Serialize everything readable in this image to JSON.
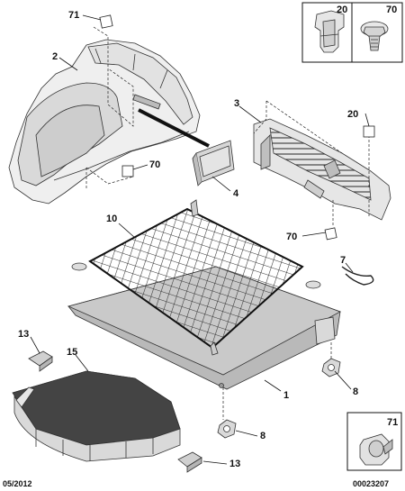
{
  "diagram": {
    "footer_left": "05/2012",
    "footer_right": "00023207",
    "callouts": {
      "c71_top": "71",
      "c2": "2",
      "c70_left": "70",
      "c3": "3",
      "c20_right": "20",
      "c4": "4",
      "c10": "10",
      "c70_right": "70",
      "c7": "7",
      "c1": "1",
      "c8_right": "8",
      "c8_bottom": "8",
      "c13_left": "13",
      "c15": "15",
      "c13_bottom": "13"
    },
    "inset_top": {
      "label_20": "20",
      "label_70": "70"
    },
    "inset_bottom": {
      "label_71": "71"
    }
  }
}
